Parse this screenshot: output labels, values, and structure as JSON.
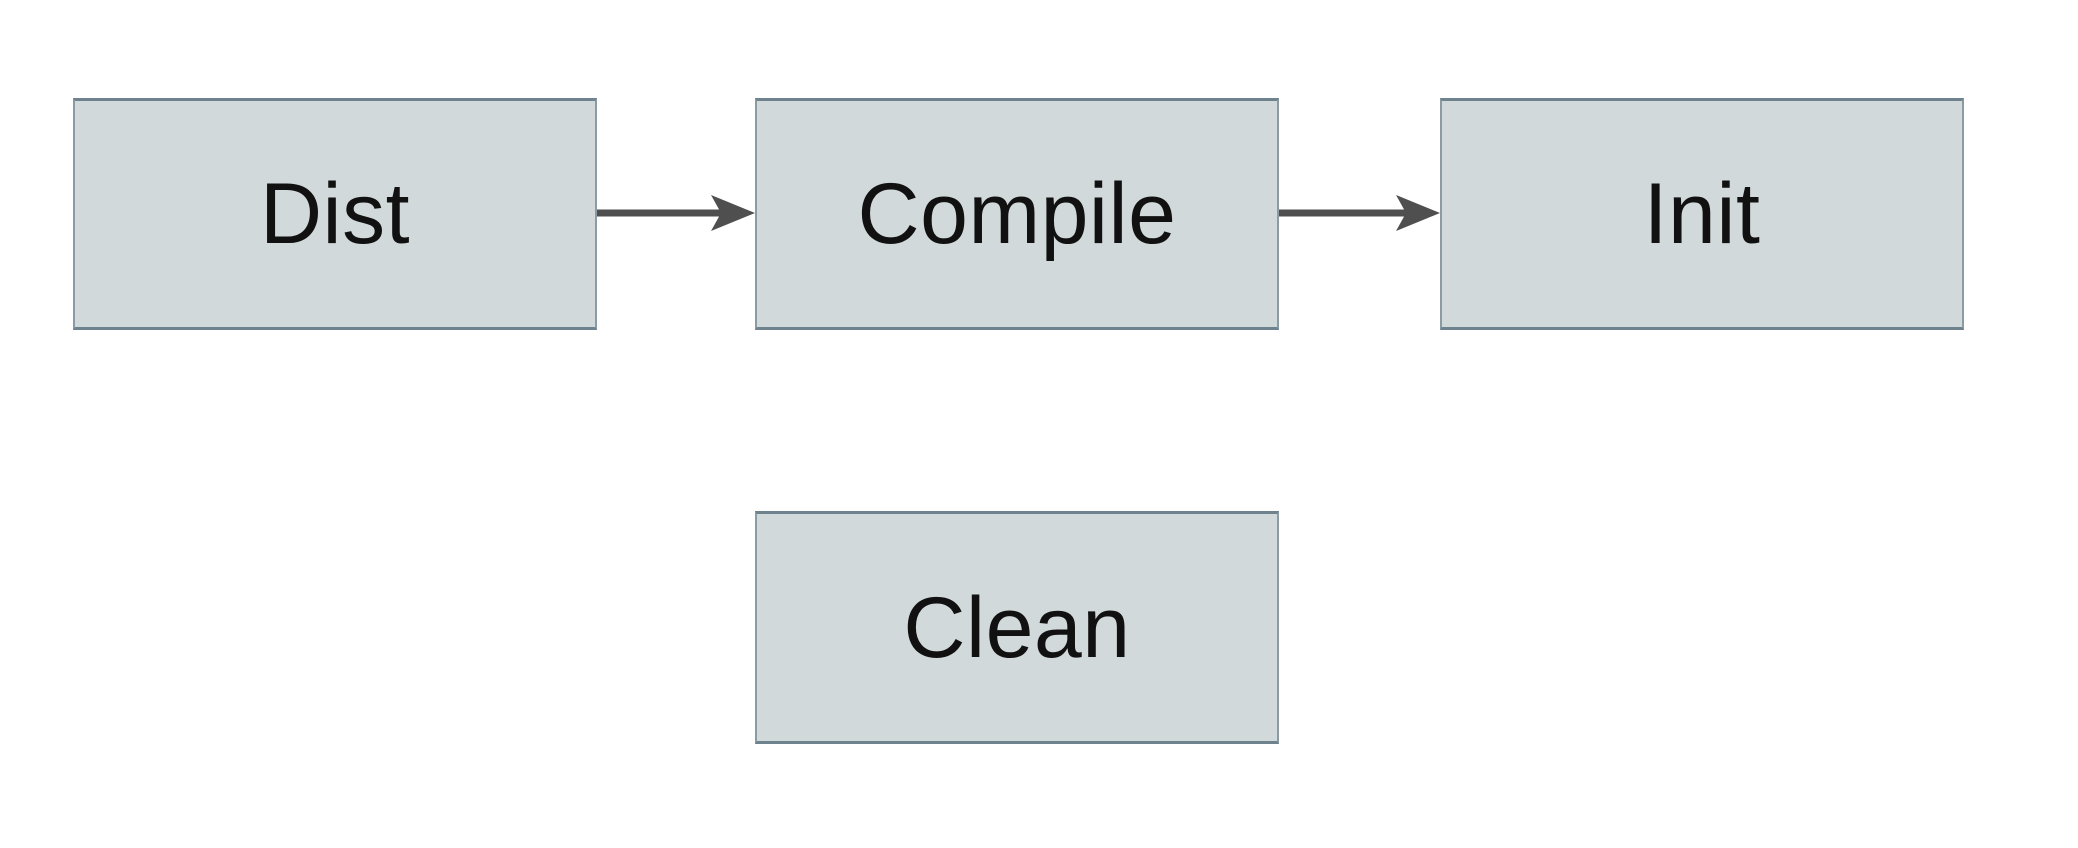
{
  "diagram": {
    "title": "build-targets-flowchart",
    "colors": {
      "background": "#ffffff",
      "node_fill": "#d2d9db",
      "node_border": "#6e838d",
      "arrow": "#4f4f4f",
      "text": "#111111"
    },
    "nodes": [
      {
        "id": "dist",
        "label": "Dist"
      },
      {
        "id": "compile",
        "label": "Compile"
      },
      {
        "id": "init",
        "label": "Init"
      },
      {
        "id": "clean",
        "label": "Clean"
      }
    ],
    "edges": [
      {
        "from": "Dist",
        "to": "Compile",
        "direction": "right"
      },
      {
        "from": "Compile",
        "to": "Init",
        "direction": "right"
      }
    ]
  }
}
